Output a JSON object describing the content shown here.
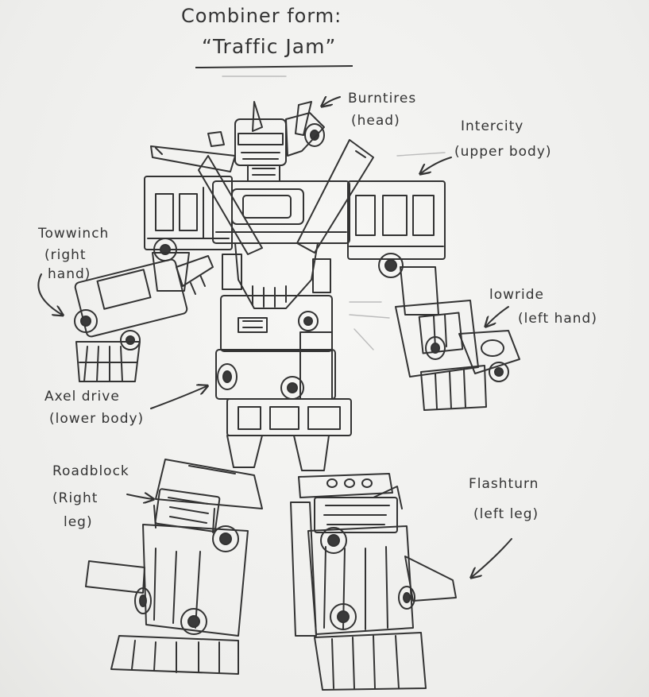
{
  "title": {
    "line1": "Combiner form:",
    "line2": "“Traffic Jam”"
  },
  "labels": {
    "head": [
      "Burntires",
      "(head)"
    ],
    "upper_body": [
      "Intercity",
      "(upper body)"
    ],
    "right_hand": [
      "Towwinch",
      "(right",
      "hand)"
    ],
    "left_hand": [
      "lowride",
      "(left hand)"
    ],
    "lower_body": [
      "Axel drive",
      "(lower body)"
    ],
    "right_leg": [
      "Roadblock",
      "(Right",
      "leg)"
    ],
    "left_leg": [
      "Flashturn",
      "(left leg)"
    ]
  },
  "colors": {
    "ink": "#333333",
    "paper": "#f2f2f0",
    "wheel": "#3a3a3a"
  }
}
